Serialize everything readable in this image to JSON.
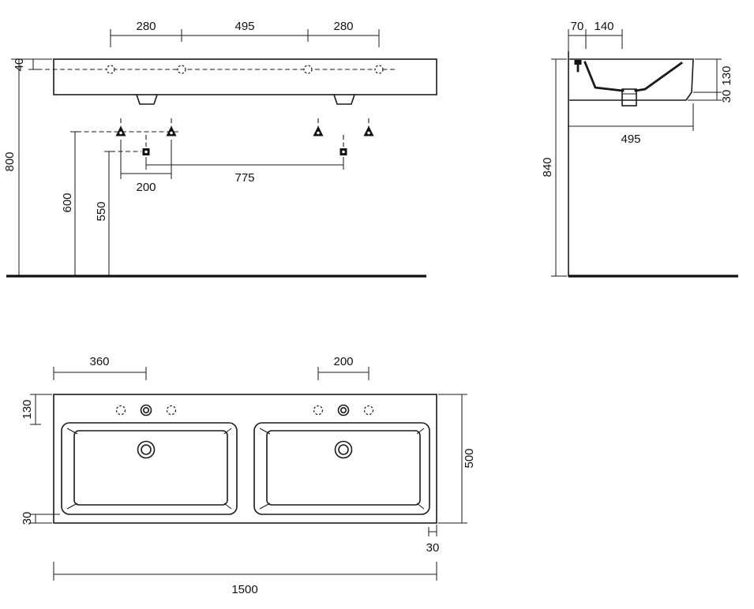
{
  "front": {
    "hole_left": "280",
    "hole_center": "495",
    "hole_right": "280",
    "rim_to_hole": "40",
    "rim_height": "800",
    "bracket_height": "600",
    "drain_height": "550",
    "bracket_span": "200",
    "drain_span": "775"
  },
  "side": {
    "wall_offset": "70",
    "hole_depth": "140",
    "body_depth": "130",
    "lip": "30",
    "depth": "495",
    "total_height": "840"
  },
  "top": {
    "drain_offset": "360",
    "hole_span": "200",
    "deck": "130",
    "edge_left": "30",
    "depth": "500",
    "edge_right": "30",
    "width": "1500"
  }
}
